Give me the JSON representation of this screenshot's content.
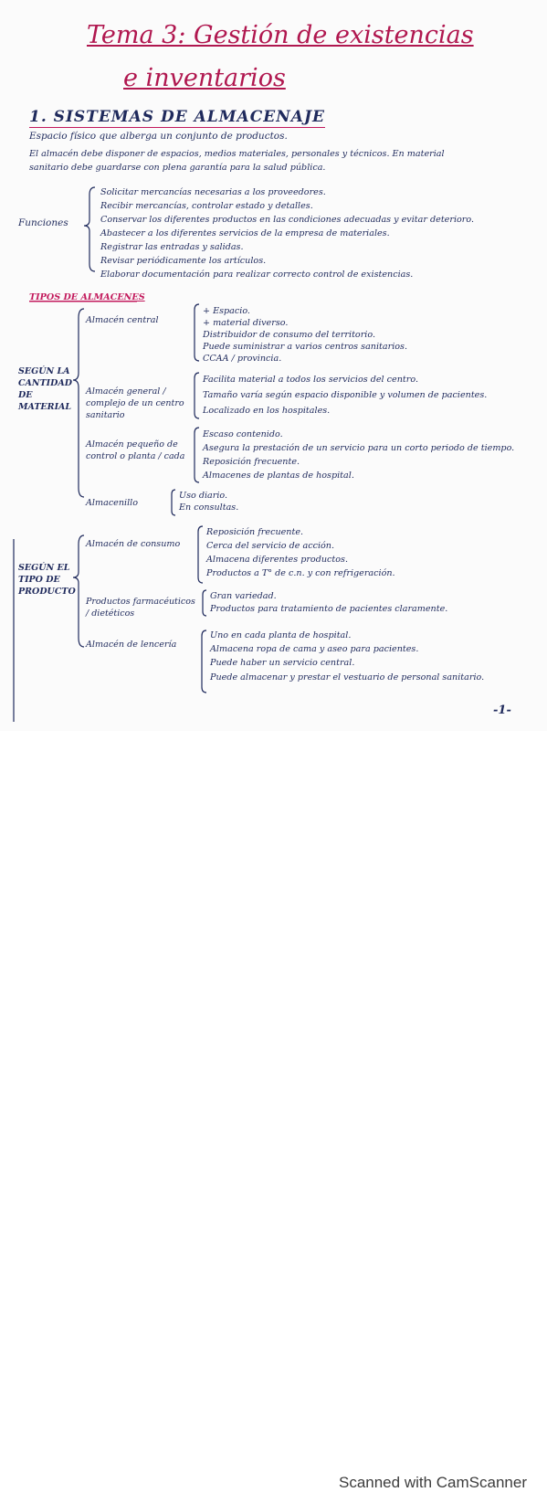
{
  "title_line1": "Tema 3: Gestión de existencias",
  "title_line2": "e inventarios",
  "section1": "1. SISTEMAS DE ALMACENAJE",
  "intro_1": "Espacio físico que alberga un conjunto de productos.",
  "intro_2": "El almacén debe disponer de espacios, medios materiales, personales y técnicos. En material",
  "intro_3": "sanitario debe guardarse con plena garantía para la salud pública.",
  "funciones_label": "Funciones",
  "funciones": [
    "Solicitar mercancías necesarias a los proveedores.",
    "Recibir mercancías, controlar estado y detalles.",
    "Conservar los diferentes productos en las condiciones adecuadas y evitar deterioro.",
    "Abastecer a los diferentes servicios de la empresa de materiales.",
    "Registrar las entradas y salidas.",
    "Revisar periódicamente los artículos.",
    "Elaborar documentación para realizar correcto control de existencias."
  ],
  "tipos_header": "TIPOS DE ALMACENES",
  "segun_material": "SEGÚN LA CANTIDAD DE MATERIAL",
  "almacen_central": "Almacén central",
  "central_items": [
    "+ Espacio.",
    "+ material diverso.",
    "Distribuidor de consumo del territorio.",
    "Puede suministrar a varios centros sanitarios.",
    "CCAA / provincia."
  ],
  "almacen_general": "Almacén general / complejo de un centro sanitario",
  "general_items": [
    "Facilita material a todos los servicios del centro.",
    "Tamaño varía según espacio disponible y volumen de pacientes.",
    "Localizado en los hospitales."
  ],
  "almacen_planta": "Almacén pequeño de control o planta / cada",
  "planta_items": [
    "Escaso contenido.",
    "Asegura la prestación de un servicio para un corto periodo de tiempo.",
    "Reposición frecuente.",
    "Almacenes de plantas de hospital."
  ],
  "almacenillo": "Almacenillo",
  "almacenillo_items": [
    "Uso diario.",
    "En consultas."
  ],
  "segun_producto": "SEGÚN EL TIPO DE PRODUCTO",
  "almacen_consumo": "Almacén de consumo",
  "consumo_items": [
    "Reposición frecuente.",
    "Cerca del servicio de acción.",
    "Almacena diferentes productos.",
    "Productos a T° de c.n. y con refrigeración."
  ],
  "almacen_farmacia": "Productos farmacéuticos / dietéticos",
  "farmacia_items": [
    "Gran variedad.",
    "Productos para tratamiento de pacientes claramente."
  ],
  "almacen_lenceria": "Almacén de lencería",
  "lenceria_items": [
    "Uno en cada planta de hospital.",
    "Almacena ropa de cama y aseo para pacientes.",
    "Puede haber un servicio central.",
    "Puede almacenar y prestar el vestuario de personal sanitario."
  ],
  "page_number": "-1-",
  "scanner_watermark": "Scanned with CamScanner",
  "colors": {
    "ink": "#1f2a5c",
    "title_pink": "#b0174f"
  }
}
